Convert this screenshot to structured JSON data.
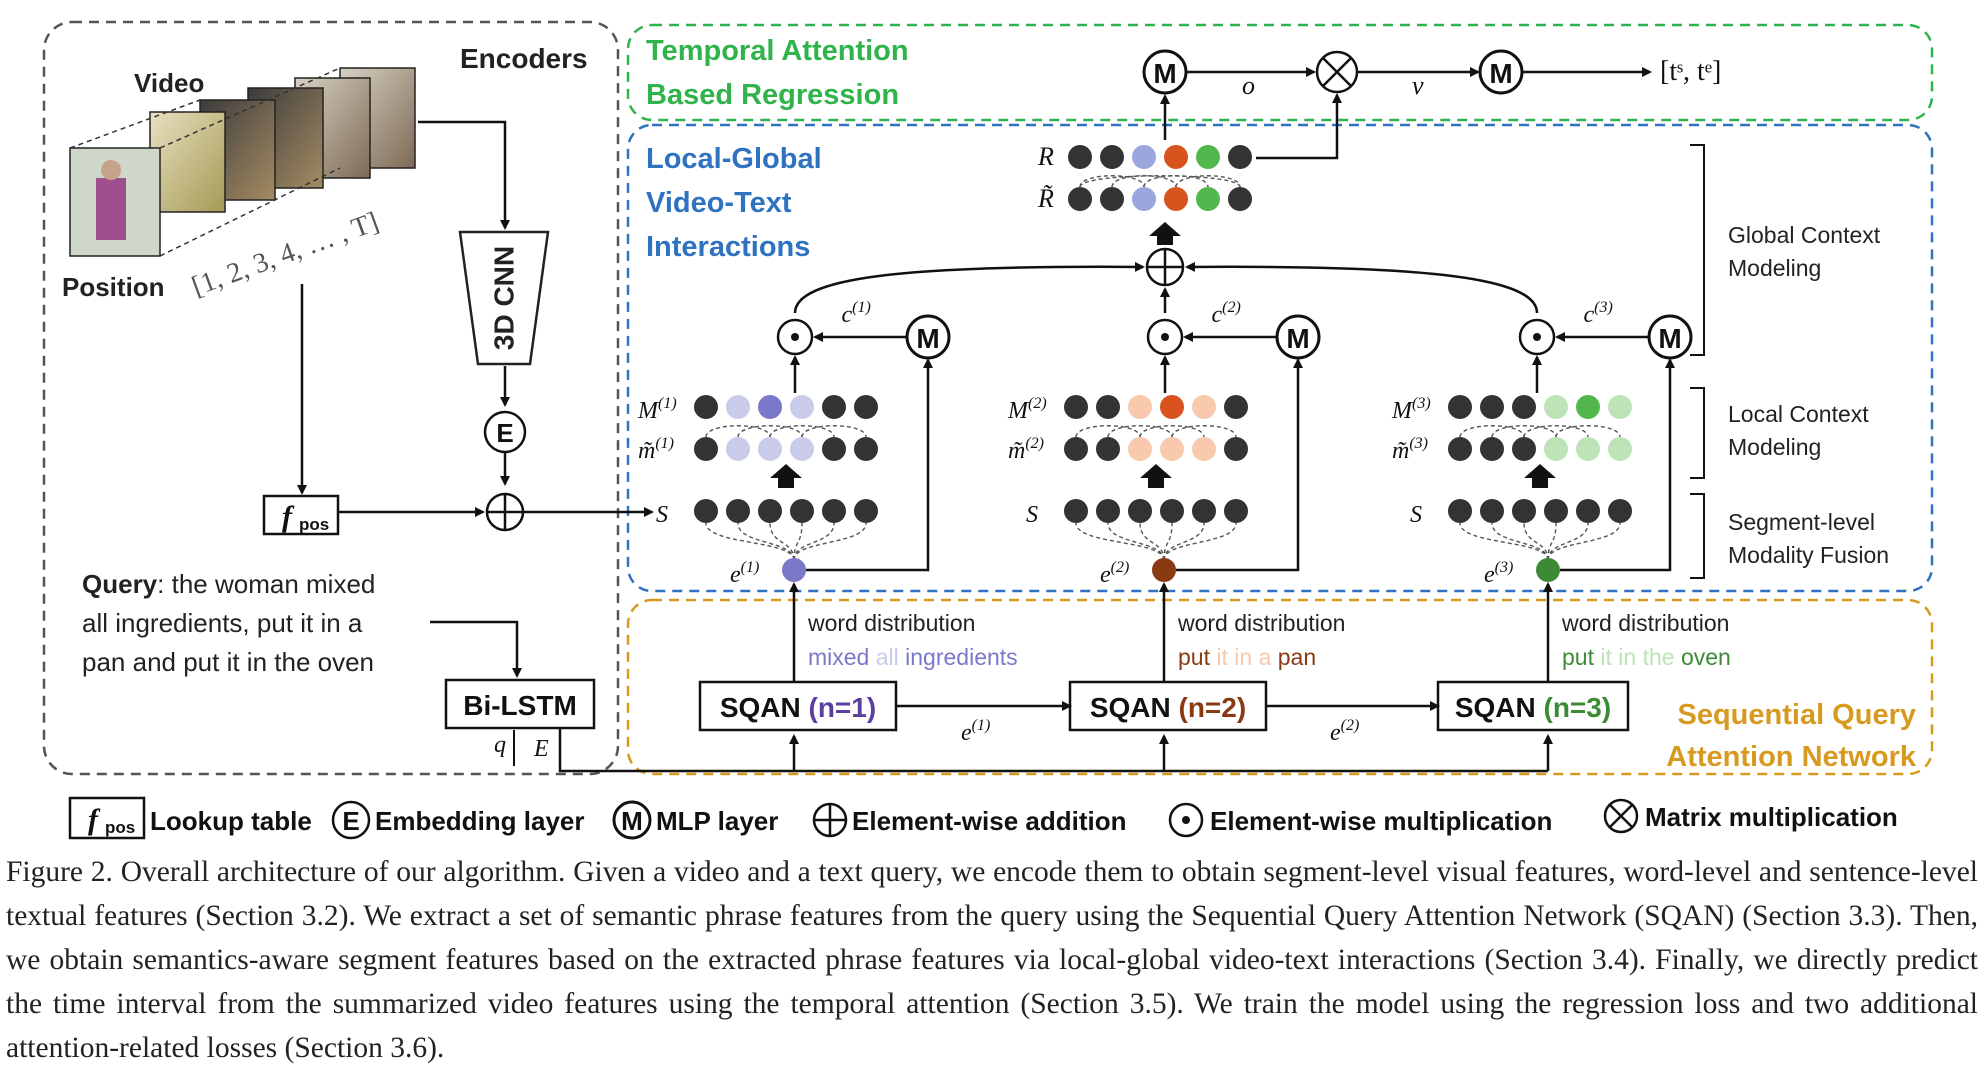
{
  "colors": {
    "encoders_border": "#555555",
    "temporal": "#2fb34a",
    "local_global": "#2e72c0",
    "sqan": "#d79a1f",
    "node_dark": "#333333",
    "purple": "#7a78c8",
    "purple_light": "#c9cbea",
    "orange": "#d9531e",
    "orange_light": "#f8c9ac",
    "green": "#52b84d",
    "green_light": "#bde3b7",
    "blue_node": "#9aa6dd",
    "n1_color": "#5b3f9f",
    "n2_color": "#8a3a12",
    "n3_color": "#3c8a34"
  },
  "encoders": {
    "title": "Encoders",
    "video_label": "Video",
    "position_label": "Position",
    "position_seq": "[1, 2, 3, 4, … , T]",
    "cnn_label": "3D CNN",
    "embed_symbol": "E",
    "fpos_f": "f",
    "fpos_sub": "pos",
    "query_bold": "Query",
    "query_line1": ": the woman mixed",
    "query_line2": "all ingredients, put it in a",
    "query_line3": "pan and put it in the oven",
    "bilstm": "Bi-LSTM",
    "q": "q",
    "E": "E"
  },
  "temporal": {
    "title_line1": "Temporal Attention",
    "title_line2": "Based Regression",
    "mlp": "M",
    "o": "o",
    "v": "v",
    "output": "[tˢ, tᵉ]"
  },
  "local_global": {
    "title_line1": "Local-Global",
    "title_line2": "Video-Text",
    "title_line3": "Interactions",
    "R": "R",
    "R_tilde": "R̃",
    "S": "S",
    "branches": [
      {
        "c": "c",
        "c_sup": "(1)",
        "M": "M",
        "M_sup": "(1)",
        "m": "m̃",
        "m_sup": "(1)",
        "e": "e",
        "e_sup": "(1)"
      },
      {
        "c": "c",
        "c_sup": "(2)",
        "M": "M",
        "M_sup": "(2)",
        "m": "m̃",
        "m_sup": "(2)",
        "e": "e",
        "e_sup": "(2)"
      },
      {
        "c": "c",
        "c_sup": "(3)",
        "M": "M",
        "M_sup": "(3)",
        "m": "m̃",
        "m_sup": "(3)",
        "e": "e",
        "e_sup": "(3)"
      }
    ]
  },
  "right_labels": {
    "global_line1": "Global Context",
    "global_line2": "Modeling",
    "local_line1": "Local Context",
    "local_line2": "Modeling",
    "segment_line1": "Segment-level",
    "segment_line2": "Modality Fusion"
  },
  "sqan": {
    "title_line1": "Sequential Query",
    "title_line2": "Attention Network",
    "modules": [
      {
        "name": "SQAN",
        "n": "(n=1)"
      },
      {
        "name": "SQAN",
        "n": "(n=2)"
      },
      {
        "name": "SQAN",
        "n": "(n=3)"
      }
    ],
    "word_dist_label": "word distribution",
    "word_dists": [
      [
        "mixed",
        "all",
        "ingredients"
      ],
      [
        "put",
        "it",
        "in",
        "a",
        "pan"
      ],
      [
        "put",
        "it",
        "in",
        "the",
        "oven"
      ]
    ],
    "e_links": [
      {
        "e": "e",
        "sup": "(1)"
      },
      {
        "e": "e",
        "sup": "(2)"
      }
    ]
  },
  "legend": {
    "fpos_f": "f",
    "fpos_sub": "pos",
    "lookup": "Lookup table",
    "E": "E",
    "embedding": "Embedding layer",
    "M": "M",
    "mlp": "MLP layer",
    "addition": "Element-wise addition",
    "multiplication": "Element-wise multiplication",
    "matrix": "Matrix multiplication"
  },
  "caption": "Figure 2. Overall architecture of our algorithm. Given a video and a text query, we encode them to obtain segment-level visual features, word-level and sentence-level textual features (Section 3.2). We extract a set of semantic phrase features from the query using the Sequential Query Attention Network (SQAN) (Section 3.3). Then, we obtain semantics-aware segment features based on the extracted phrase features via local-global video-text interactions (Section 3.4). Finally, we directly predict the time interval from the summarized video features using the temporal attention (Section 3.5). We train the model using the regression loss and two additional attention-related losses (Section 3.6)."
}
